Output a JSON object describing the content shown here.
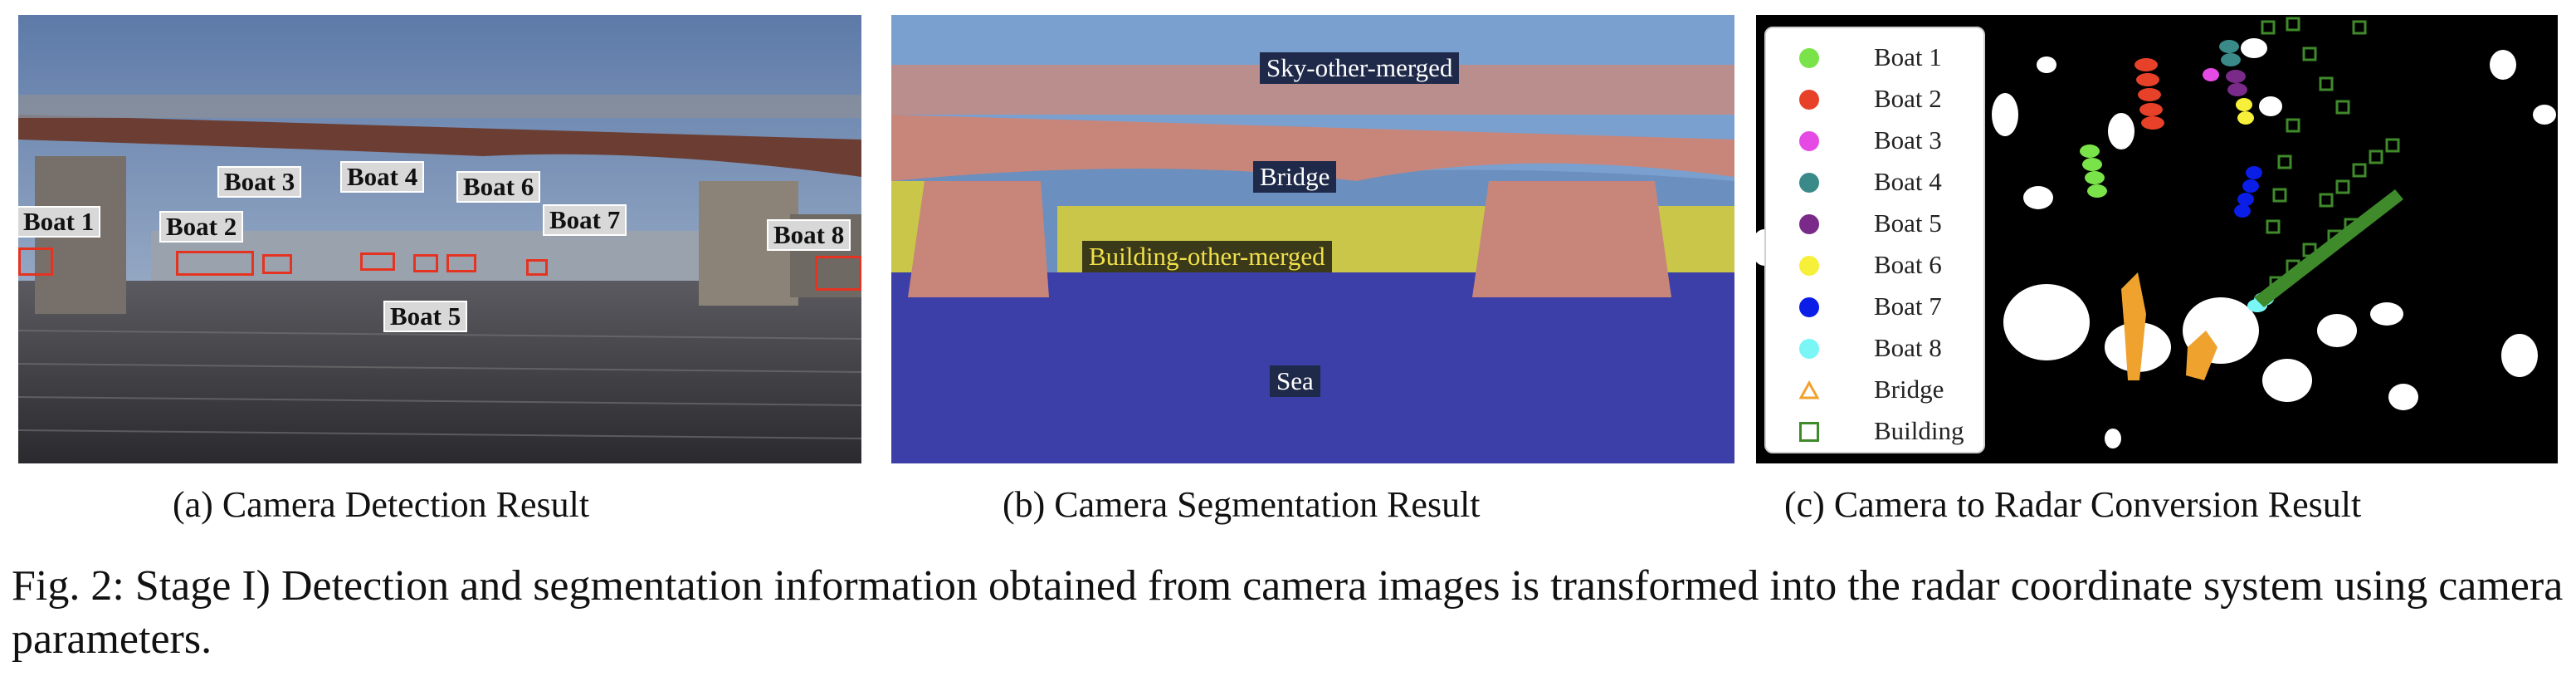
{
  "panel_a": {
    "labels": [
      "Boat 1",
      "Boat 2",
      "Boat 3",
      "Boat 4",
      "Boat 5",
      "Boat 6",
      "Boat 7",
      "Boat 8"
    ]
  },
  "panel_b": {
    "labels": [
      "Sky-other-merged",
      "Bridge",
      "Building-other-merged",
      "Sea"
    ]
  },
  "panel_c": {
    "legend": [
      {
        "label": "Boat 1",
        "color": "#7be34a",
        "shape": "dot"
      },
      {
        "label": "Boat 2",
        "color": "#e8412a",
        "shape": "dot"
      },
      {
        "label": "Boat 3",
        "color": "#e54be4",
        "shape": "dot"
      },
      {
        "label": "Boat 4",
        "color": "#3a8a8a",
        "shape": "dot"
      },
      {
        "label": "Boat 5",
        "color": "#7a2a88",
        "shape": "dot"
      },
      {
        "label": "Boat 6",
        "color": "#f6f03a",
        "shape": "dot"
      },
      {
        "label": "Boat 7",
        "color": "#0b1ee8",
        "shape": "dot"
      },
      {
        "label": "Boat 8",
        "color": "#7af6f6",
        "shape": "dot"
      },
      {
        "label": "Bridge",
        "color": "#f0a22e",
        "shape": "triangle"
      },
      {
        "label": "Building",
        "color": "#3f8a2a",
        "shape": "square"
      }
    ]
  },
  "subcaptions": {
    "a": "(a) Camera Detection Result",
    "b": "(b) Camera Segmentation Result",
    "c": "(c) Camera to Radar Conversion Result"
  },
  "caption": "Fig. 2: Stage I) Detection and segmentation information obtained from camera images is transformed into the radar coordinate system using camera parameters."
}
